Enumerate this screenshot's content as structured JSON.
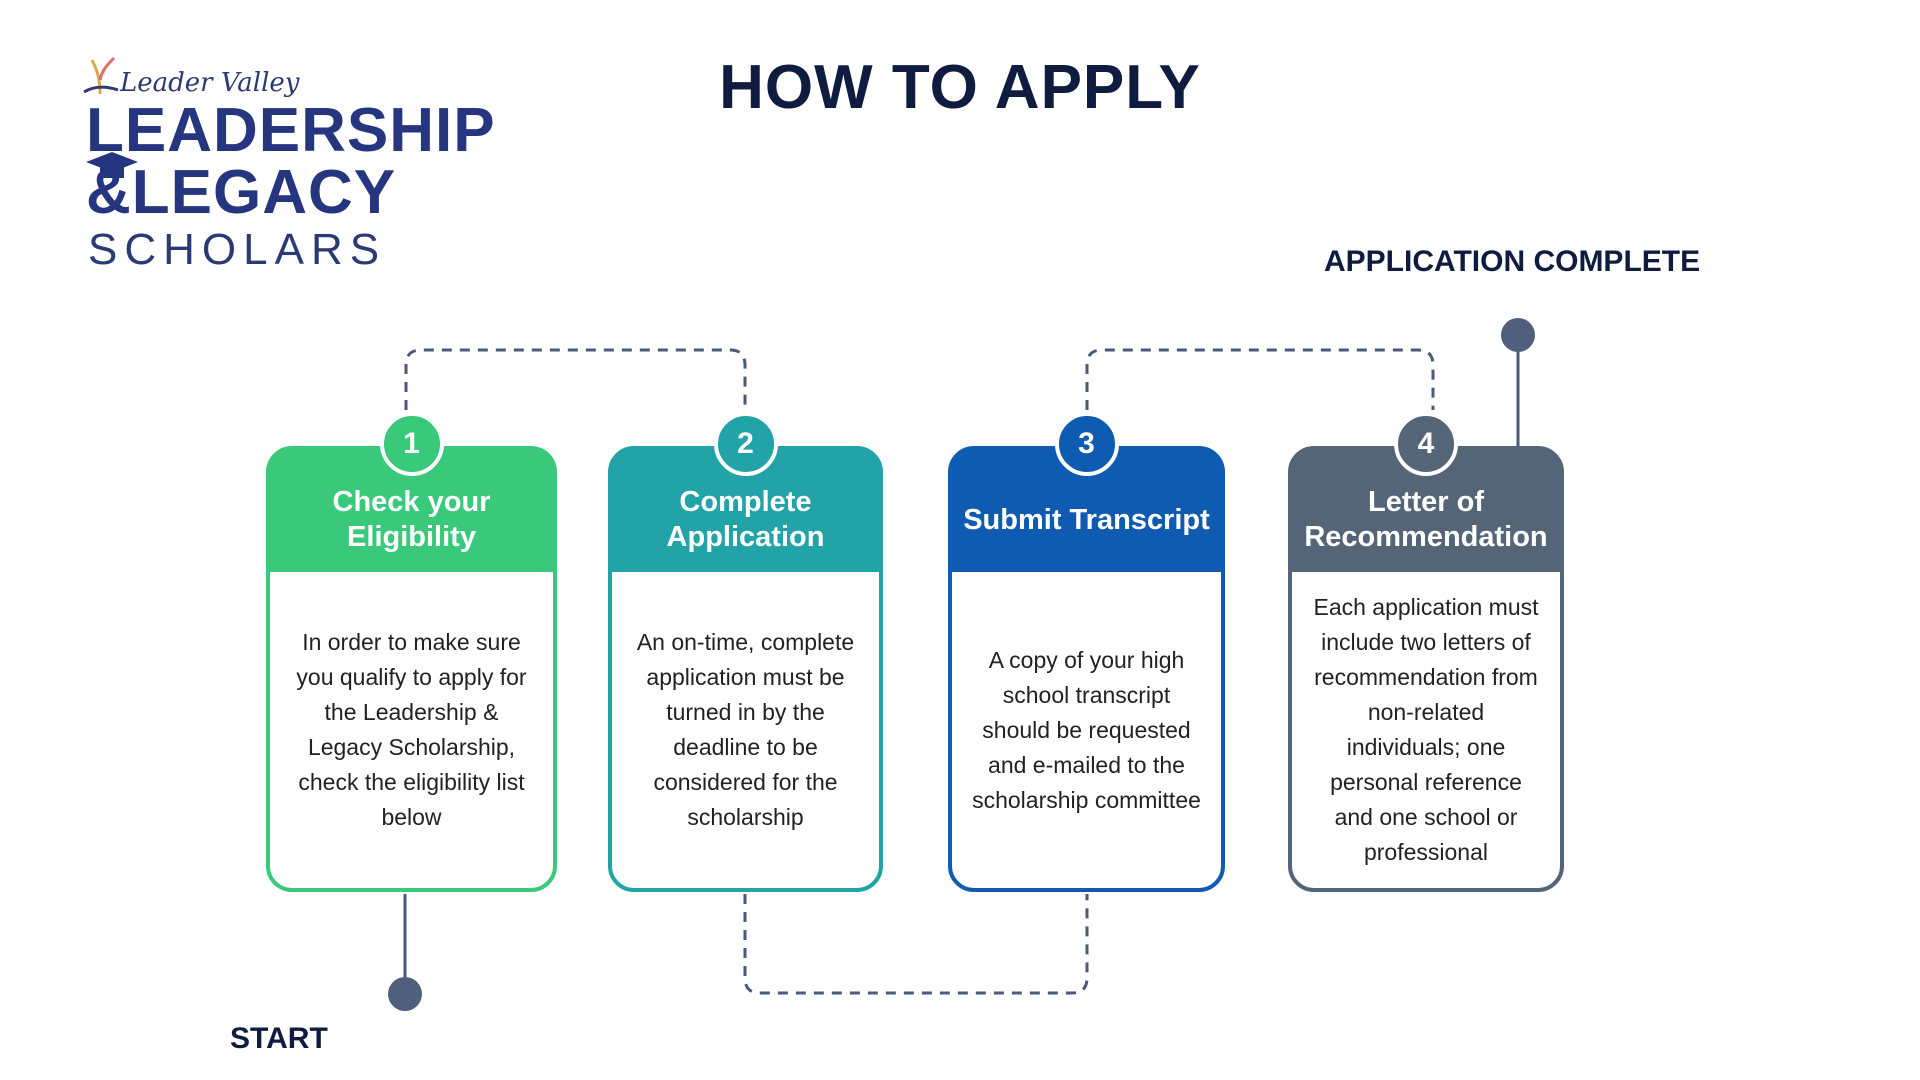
{
  "logo": {
    "tagline": "Leader Valley",
    "line1": "LEADERSHIP",
    "line2": "&LEGACY",
    "line3": "SCHOLARS"
  },
  "title": "HOW TO APPLY",
  "end_label": "APPLICATION COMPLETE",
  "start_label": "START",
  "steps": [
    {
      "number": "1",
      "heading": "Check your Eligibility",
      "text": "In order to make sure you qualify to apply for the Leadership & Legacy Scholarship, check the eligibility list below"
    },
    {
      "number": "2",
      "heading": "Complete Application",
      "text": "An on-time, complete application must be turned in by the deadline to be considered for the scholarship"
    },
    {
      "number": "3",
      "heading": "Submit Transcript",
      "text": "A copy of your high school transcript should be requested and e-mailed to the scholarship committee"
    },
    {
      "number": "4",
      "heading": "Letter of Recommendation",
      "text": "Each application must include two letters of recommendation from non-related individuals; one personal reference and one school or professional"
    }
  ],
  "colors": {
    "step1": "#3ac97a",
    "step2": "#21a3a8",
    "step3": "#0f5bb1",
    "step4": "#546578",
    "connector": "#4a5a78",
    "title": "#0f1c3f"
  }
}
